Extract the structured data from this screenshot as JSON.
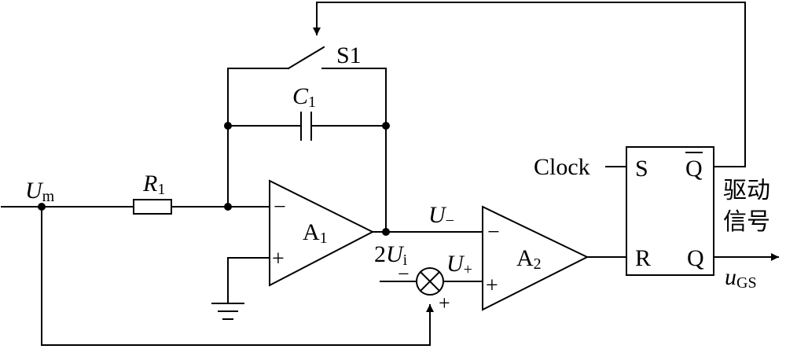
{
  "labels": {
    "um": {
      "main": "U",
      "sub": "m"
    },
    "r1": {
      "main": "R",
      "sub": "1"
    },
    "c1": {
      "main": "C",
      "sub": "1"
    },
    "s1": "S1",
    "a1": {
      "main": "A",
      "sub": "1"
    },
    "a2": {
      "main": "A",
      "sub": "2"
    },
    "u_minus": {
      "main": "U",
      "sub": "−"
    },
    "u_plus": {
      "main": "U",
      "sub": "+"
    },
    "two_ui": {
      "prefix": "2",
      "main": "U",
      "sub": "i"
    },
    "clock": "Clock",
    "ff_s": "S",
    "ff_r": "R",
    "ff_qbar": "Q",
    "ff_q": "Q",
    "drive_signal": [
      "驱动",
      "信号"
    ],
    "ugs": {
      "main": "u",
      "sub": "GS"
    },
    "minus_sign": "−",
    "plus_sign": "+"
  }
}
